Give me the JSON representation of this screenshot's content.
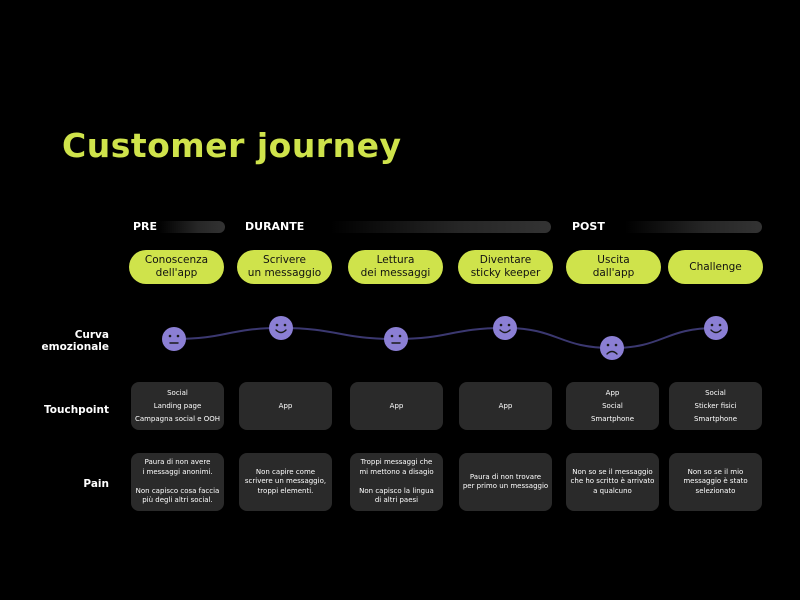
{
  "title": "Customer journey",
  "phases": [
    {
      "label": "PRE"
    },
    {
      "label": "DURANTE"
    },
    {
      "label": "POST"
    }
  ],
  "steps": [
    {
      "label": "Conoscenza\ndell'app",
      "emotion": "neutral",
      "touchpoint": "Social\nLanding page\nCampagna social e OOH",
      "pain": "Paura di non avere\ni messaggi anonimi.\n\nNon capisco cosa faccia\npiù degli altri social."
    },
    {
      "label": "Scrivere\nun messaggio",
      "emotion": "happy",
      "touchpoint": "App",
      "pain": "Non capire come\nscrivere un messaggio,\ntroppi elementi."
    },
    {
      "label": "Lettura\ndei messaggi",
      "emotion": "neutral",
      "touchpoint": "App",
      "pain": "Troppi messaggi che\nmi mettono a disagio\n\nNon capisco la lingua\ndi altri paesi"
    },
    {
      "label": "Diventare\nsticky keeper",
      "emotion": "happy",
      "touchpoint": "App",
      "pain": "Paura di non trovare\nper primo un messaggio"
    },
    {
      "label": "Uscita\ndall'app",
      "emotion": "sad",
      "touchpoint": "App\nSocial\nSmartphone",
      "pain": "Non so se il messaggio\nche ho scritto è arrivato\na qualcuno"
    },
    {
      "label": "Challenge",
      "emotion": "happy",
      "touchpoint": "Social\nSticker fisici\nSmartphone",
      "pain": "Non so se il mio\nmessaggio è stato\nselezionato"
    }
  ],
  "rows": {
    "emotion": "Curva\nemozionale",
    "touchpoint": "Touchpoint",
    "pain": "Pain"
  },
  "colors": {
    "accent": "#cfe34b",
    "face": "#8b7fd4",
    "curve": "#3b3870",
    "card": "#2a2a2a"
  }
}
